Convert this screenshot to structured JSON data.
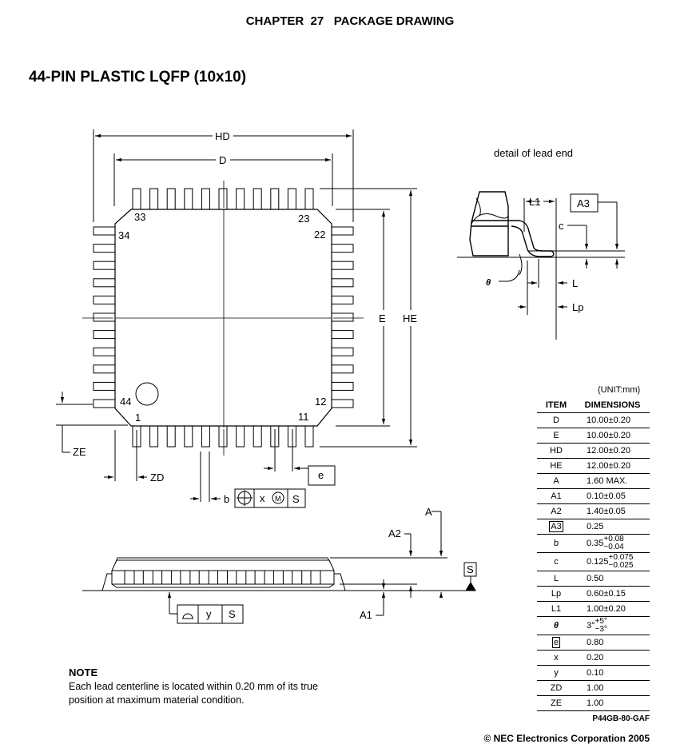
{
  "header": {
    "chapter": "CHAPTER  27   PACKAGE DRAWING"
  },
  "title": "44-PIN PLASTIC LQFP (10x10)",
  "drawing": {
    "labels": {
      "HD": "HD",
      "D": "D",
      "E": "E",
      "HE": "HE",
      "pin33": "33",
      "pin23": "23",
      "pin34": "34",
      "pin22": "22",
      "pin44": "44",
      "pin12": "12",
      "pin1": "1",
      "pin11": "11",
      "ZE": "ZE",
      "ZD": "ZD",
      "e": "e",
      "b": "b",
      "x": "x",
      "M": "M",
      "S": "S",
      "A": "A",
      "A2": "A2",
      "A1": "A1",
      "y": "y"
    },
    "detail": {
      "caption": "detail of lead end",
      "L1": "L1",
      "A3": "A3",
      "c": "c",
      "theta": "θ",
      "L": "L",
      "Lp": "Lp"
    }
  },
  "dimensions_table": {
    "unit": "(UNIT:mm)",
    "headers": {
      "item": "ITEM",
      "dimensions": "DIMENSIONS"
    },
    "rows": [
      {
        "item": "D",
        "value": "10.00±0.20"
      },
      {
        "item": "E",
        "value": "10.00±0.20"
      },
      {
        "item": "HD",
        "value": "12.00±0.20"
      },
      {
        "item": "HE",
        "value": "12.00±0.20"
      },
      {
        "item": "A",
        "value": "1.60 MAX."
      },
      {
        "item": "A1",
        "value": "0.10±0.05"
      },
      {
        "item": "A2",
        "value": "1.40±0.05"
      },
      {
        "item": "A3",
        "value": "0.25"
      },
      {
        "item": "b",
        "value": "0.35",
        "tol_plus": "+0.08",
        "tol_minus": "−0.04"
      },
      {
        "item": "c",
        "value": "0.125",
        "tol_plus": "+0.075",
        "tol_minus": "−0.025"
      },
      {
        "item": "L",
        "value": "0.50"
      },
      {
        "item": "Lp",
        "value": "0.60±0.15"
      },
      {
        "item": "L1",
        "value": "1.00±0.20"
      },
      {
        "item": "θ",
        "value": "3°",
        "tol_plus": "+5°",
        "tol_minus": "−3°"
      },
      {
        "item": "e",
        "value": "0.80"
      },
      {
        "item": "x",
        "value": "0.20"
      },
      {
        "item": "y",
        "value": "0.10"
      },
      {
        "item": "ZD",
        "value": "1.00"
      },
      {
        "item": "ZE",
        "value": "1.00"
      }
    ]
  },
  "part_number": "P44GB-80-GAF",
  "note": {
    "heading": "NOTE",
    "text": "Each lead centerline is located within 0.20 mm of its true position at maximum material condition."
  },
  "copyright": "© NEC Electronics Corporation 2005"
}
